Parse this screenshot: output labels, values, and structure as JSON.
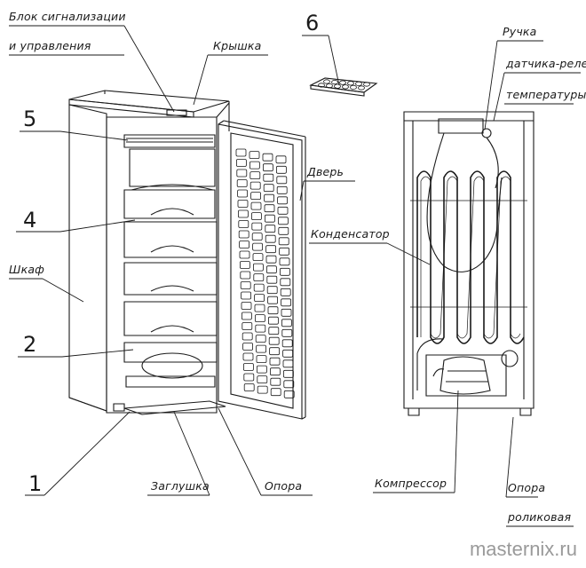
{
  "labels": {
    "control_block_line1": "Блок сигнализации",
    "control_block_line2": "и управления",
    "lid": "Крышка",
    "part6": "6",
    "handle": "Ручка",
    "sensor_line1": "датчика-реле",
    "sensor_line2": "температуры",
    "part5": "5",
    "door": "Дверь",
    "part4": "4",
    "condenser": "Конденсатор",
    "cabinet": "Шкаф",
    "part2": "2",
    "part1": "1",
    "plug": "Заглушка",
    "support": "Опора",
    "compressor": "Компрессор",
    "roller_support_line1": "Опора",
    "roller_support_line2": "роликовая"
  },
  "watermark": "masternix.ru",
  "colors": {
    "ink": "#1a1a1a",
    "watermark": "#9a9a9a"
  }
}
